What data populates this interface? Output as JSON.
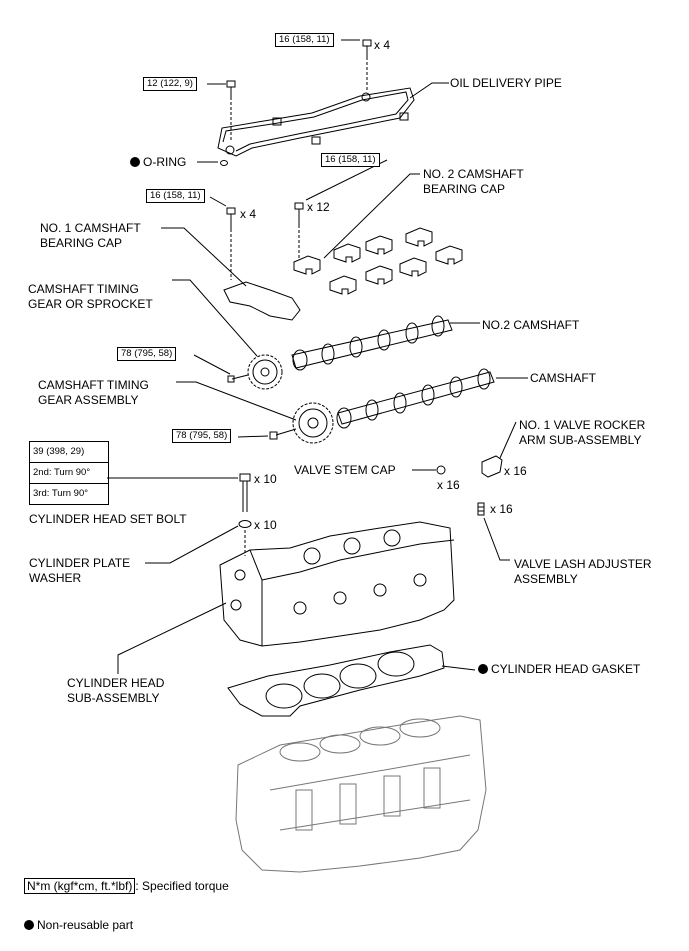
{
  "labels": {
    "oil_delivery_pipe": "OIL DELIVERY PIPE",
    "o_ring": "O-RING",
    "no2_bearing_cap_1": "NO. 2 CAMSHAFT",
    "no2_bearing_cap_2": "BEARING CAP",
    "no1_bearing_cap_1": "NO. 1 CAMSHAFT",
    "no1_bearing_cap_2": "BEARING CAP",
    "timing_gear_1": "CAMSHAFT TIMING",
    "timing_gear_2": "GEAR OR SPROCKET",
    "no2_camshaft": "NO.2 CAMSHAFT",
    "camshaft": "CAMSHAFT",
    "timing_gear_asm_1": "CAMSHAFT TIMING",
    "timing_gear_asm_2": "GEAR ASSEMBLY",
    "rocker_arm_1": "NO. 1 VALVE ROCKER",
    "rocker_arm_2": "ARM SUB-ASSEMBLY",
    "valve_stem_cap": "VALVE STEM CAP",
    "head_set_bolt": "CYLINDER HEAD SET BOLT",
    "plate_washer_1": "CYLINDER PLATE",
    "plate_washer_2": "WASHER",
    "lash_adjuster_1": "VALVE LASH ADJUSTER",
    "lash_adjuster_2": "ASSEMBLY",
    "head_sub_asm_1": "CYLINDER HEAD",
    "head_sub_asm_2": "SUB-ASSEMBLY",
    "head_gasket": "CYLINDER HEAD GASKET"
  },
  "torques": {
    "pipe_union_bolt": "16 (158, 11)",
    "pipe_bolt": "12 (122, 9)",
    "no2_cap_bolt": "16 (158, 11)",
    "no1_cap_bolt": "16 (158, 11)",
    "sprocket_bolt": "78 (795, 58)",
    "gear_asm_bolt": "78 (795, 58)",
    "head_bolt_steps": [
      "39 (398, 29)",
      "2nd: Turn 90°",
      "3rd: Turn 90°"
    ]
  },
  "quantities": {
    "pipe_union_bolt": "x 4",
    "no2_cap_bolt": "x 12",
    "no1_cap_bolt": "x 4",
    "valve_stem_cap": "x 16",
    "rocker_arm": "x 16",
    "lash_adjuster": "x 16",
    "head_set_bolt": "x 10",
    "plate_washer": "x 10"
  },
  "legend": {
    "torque_unit": "N*m (kgf*cm, ft.*lbf)",
    "torque_text": ": Specified torque",
    "nonreusable_text": "Non-reusable part"
  }
}
